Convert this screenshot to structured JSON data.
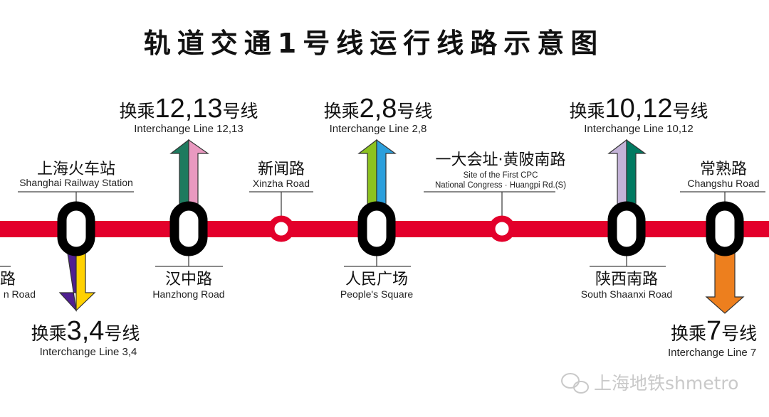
{
  "title": "轨道交通1号线运行线路示意图",
  "colors": {
    "line1": "#e3002b",
    "line3": "#ffd100",
    "line4": "#4f1f91",
    "line7": "#ed7f1e",
    "line2": "#8cc220",
    "line8": "#009fdf",
    "line10": "#c4b3d8",
    "line12": "#007a61",
    "line13": "#e999c0"
  },
  "stations": {
    "partial_left": {
      "cn": "路",
      "en": "n Road"
    },
    "shanghai_railway": {
      "cn": "上海火车站",
      "en": "Shanghai Railway Station"
    },
    "hanzhong": {
      "cn": "汉中路",
      "en": "Hanzhong Road"
    },
    "xinzha": {
      "cn": "新闻路",
      "en": "Xinzha Road"
    },
    "peoples_square": {
      "cn": "人民广场",
      "en": "People's Square"
    },
    "huangpi": {
      "cn": "一大会址·黄陂南路",
      "en1": "Site of the First CPC",
      "en2": "National Congress · Huangpi Rd.(S)"
    },
    "south_shaanxi": {
      "cn": "陕西南路",
      "en": "South Shaanxi Road"
    },
    "changshu": {
      "cn": "常熟路",
      "en": "Changshu Road"
    }
  },
  "interchanges": {
    "l12_13": {
      "pre": "换乘",
      "num": "12,13",
      "post": "号线",
      "en": "Interchange Line 12,13"
    },
    "l2_8": {
      "pre": "换乘",
      "num": "2,8",
      "post": "号线",
      "en": "Interchange Line 2,8"
    },
    "l10_12": {
      "pre": "换乘",
      "num": "10,12",
      "post": "号线",
      "en": "Interchange Line 10,12"
    },
    "l3_4": {
      "pre": "换乘",
      "num": "3,4",
      "post": "号线",
      "en": "Interchange Line 3,4"
    },
    "l7": {
      "pre": "换乘",
      "num": "7",
      "post": "号线",
      "en": "Interchange Line 7"
    }
  },
  "watermark": {
    "icon": "wechat-icon",
    "text": "上海地铁shmetro"
  }
}
